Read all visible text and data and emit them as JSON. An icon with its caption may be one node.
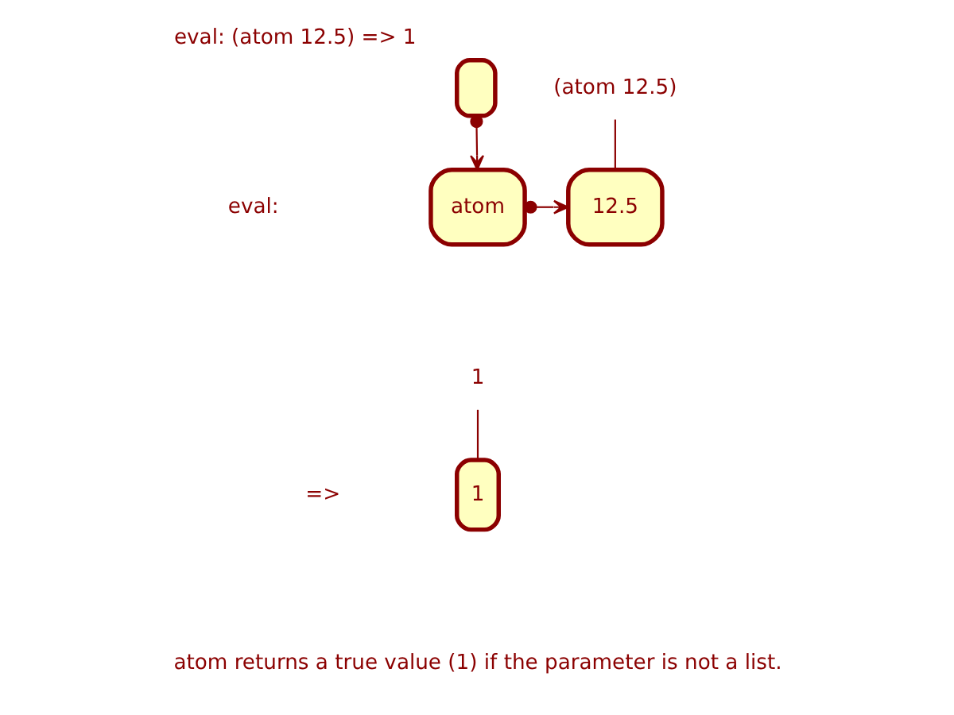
{
  "diagram": {
    "title": "eval: (atom 12.5) => 1",
    "caption": "atom returns a true value (1) if the parameter is not a list.",
    "nodes": [
      {
        "text": [],
        "shape": "box"
      },
      {
        "text": [
          "atom"
        ]
      },
      {
        "text": [
          "12.5"
        ]
      },
      {
        "text": [
          "(atom 12.5)"
        ]
      },
      {
        "text": [
          "1"
        ]
      },
      {
        "text": [
          "1"
        ]
      }
    ],
    "edges": [
      {
        "from": 0,
        "to": 1,
        "arrow": "to"
      },
      {
        "from": 1,
        "to": 2,
        "arrow": "to"
      },
      {
        "from": 3,
        "to": 2,
        "arrow": "none"
      },
      {
        "from": 5,
        "to": 4,
        "arrow": "none"
      }
    ],
    "labels": [
      "eval:",
      "=>"
    ]
  }
}
